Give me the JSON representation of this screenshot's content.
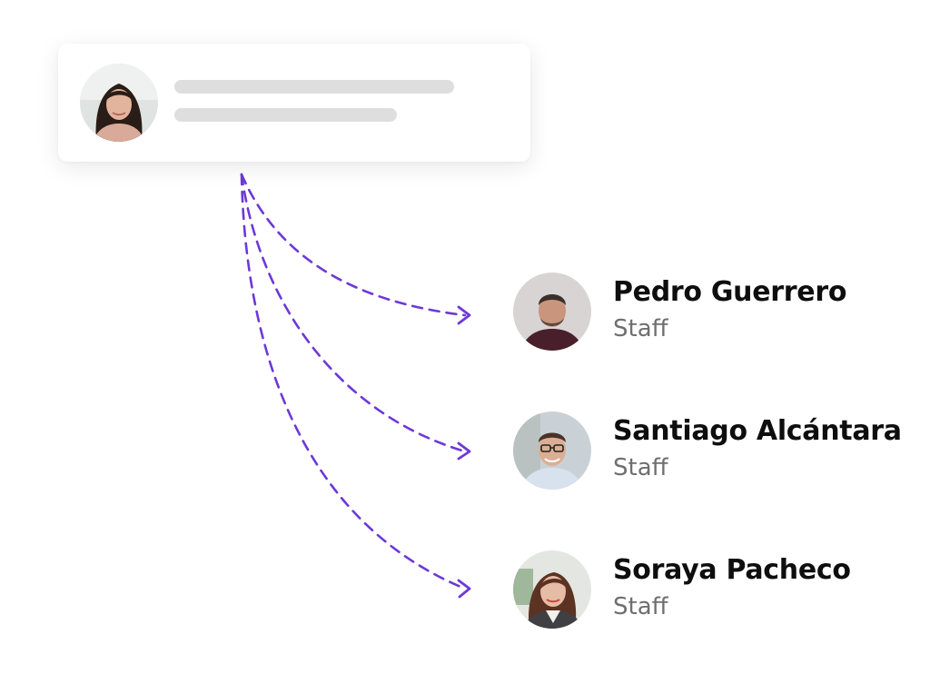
{
  "source": {
    "avatar_icon": "woman-portrait-icon",
    "skeleton_color": "#dedede"
  },
  "connectors": {
    "color": "#6c39d8",
    "style": "dashed",
    "count": 3
  },
  "recipients": [
    {
      "name": "Pedro Guerrero",
      "role": "Staff",
      "avatar_icon": "man-portrait-icon"
    },
    {
      "name": "Santiago Alcántara",
      "role": "Staff",
      "avatar_icon": "man-glasses-portrait-icon"
    },
    {
      "name": "Soraya Pacheco",
      "role": "Staff",
      "avatar_icon": "woman-portrait-icon"
    }
  ]
}
